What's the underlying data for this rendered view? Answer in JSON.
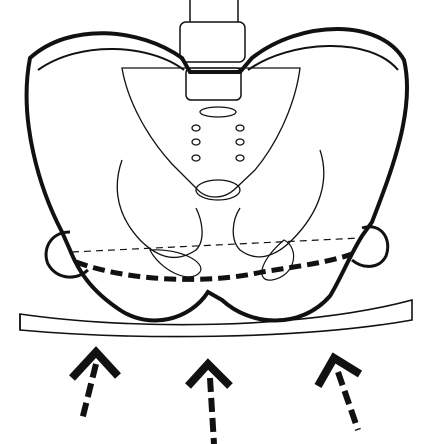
{
  "figure": {
    "subject": "pelvis-seated-on-surface",
    "stroke_color": "#111111",
    "background_color": "#ffffff",
    "arrows": [
      {
        "direction": "up",
        "style": "dashed-shaft"
      },
      {
        "direction": "up",
        "style": "dashed-shaft"
      },
      {
        "direction": "up-left",
        "style": "dashed-shaft"
      }
    ],
    "ischial_line": {
      "style": "thin-dashed"
    },
    "tuberosity_curve": {
      "style": "thick-dashed"
    }
  }
}
